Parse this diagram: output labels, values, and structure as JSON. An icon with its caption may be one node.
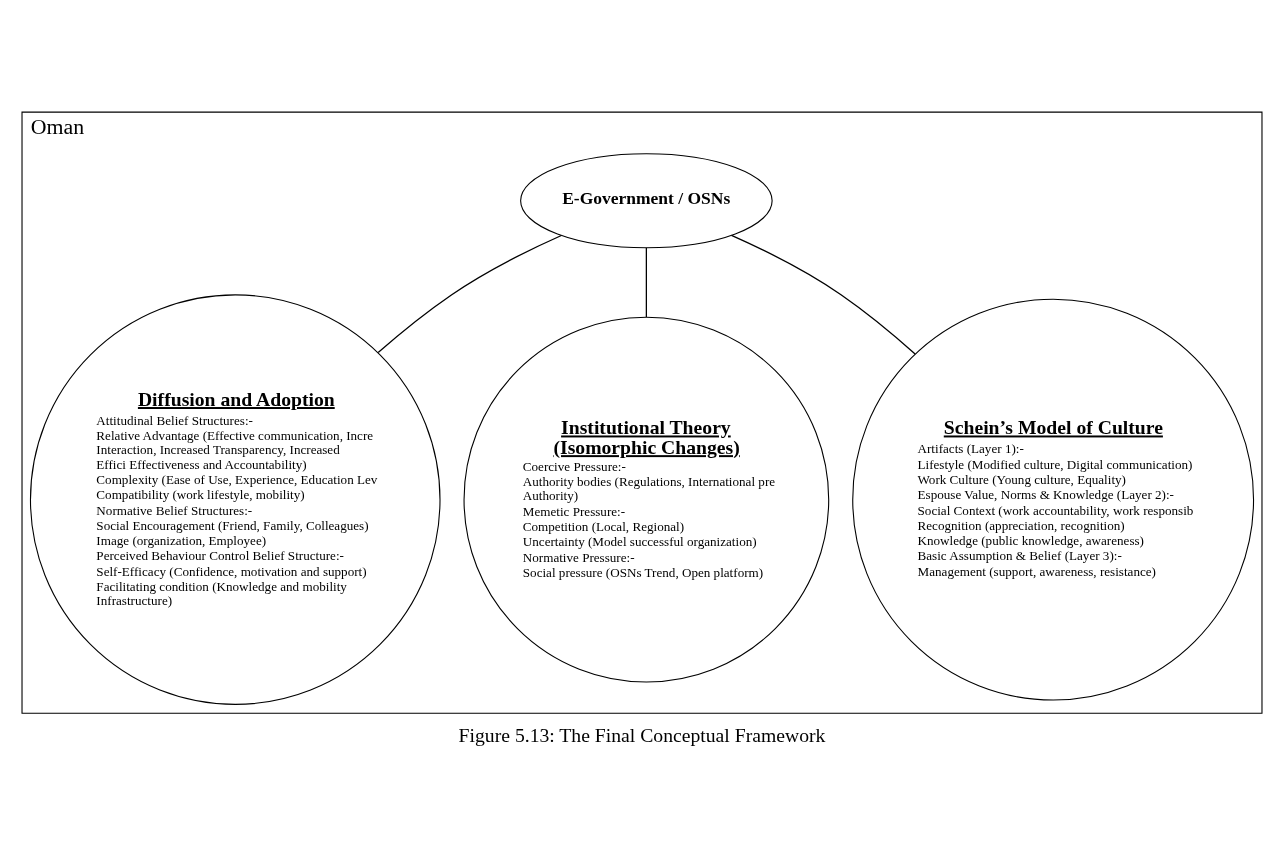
{
  "diagram": {
    "caption": "Figure 5.13: The Final Conceptual Framework",
    "nodes": [
      {
        "text": [
          "Oman"
        ]
      },
      {
        "text": [
          "E-Government / OSNs"
        ],
        "in": 0
      },
      {
        "text": [
          "Diffusion and Adoption",
          "Attitudinal Belief Structures:-",
          "Relative Advantage (Effective communication, Incre Interaction, Increased Transparency, Increased Effici Effectiveness and Accountability)",
          "Complexity (Ease of Use, Experience, Education Lev",
          "Compatibility (work lifestyle, mobility)",
          "Normative Belief Structures:-",
          "Social Encouragement (Friend, Family, Colleagues)",
          "Image (organization, Employee)",
          "Perceived Behaviour Control Belief Structure:-",
          "Self-Efficacy (Confidence, motivation and support)",
          "Facilitating condition (Knowledge and mobility Infrastructure)"
        ],
        "in": 0
      },
      {
        "text": [
          "Institutional Theory (Isomorphic Changes)",
          "Coercive Pressure:-",
          "Authority bodies (Regulations, International pre Authority)",
          "Memetic Pressure:-",
          "Competition (Local, Regional)",
          "Uncertainty (Model successful organization)",
          "Normative Pressure:-",
          "Social pressure (OSNs Trend, Open platform)"
        ],
        "in": 0
      },
      {
        "text": [
          "Schein’s Model of Culture",
          "Artifacts (Layer 1):-",
          "Lifestyle (Modified culture, Digital communication)",
          "Work Culture (Young culture, Equality)",
          "Espouse Value, Norms & Knowledge (Layer 2):-",
          "Social Context (work accountability, work responsib",
          "Recognition (appreciation, recognition)",
          "Knowledge (public knowledge, awareness)",
          "Basic Assumption & Belief (Layer 3):-",
          "Management (support, awareness, resistance)"
        ],
        "in": 0
      }
    ],
    "edges": [
      {
        "from": 1,
        "to": 2,
        "arrow": "none"
      },
      {
        "from": 1,
        "to": 3,
        "arrow": "none"
      },
      {
        "from": 1,
        "to": 4,
        "arrow": "none"
      }
    ]
  }
}
